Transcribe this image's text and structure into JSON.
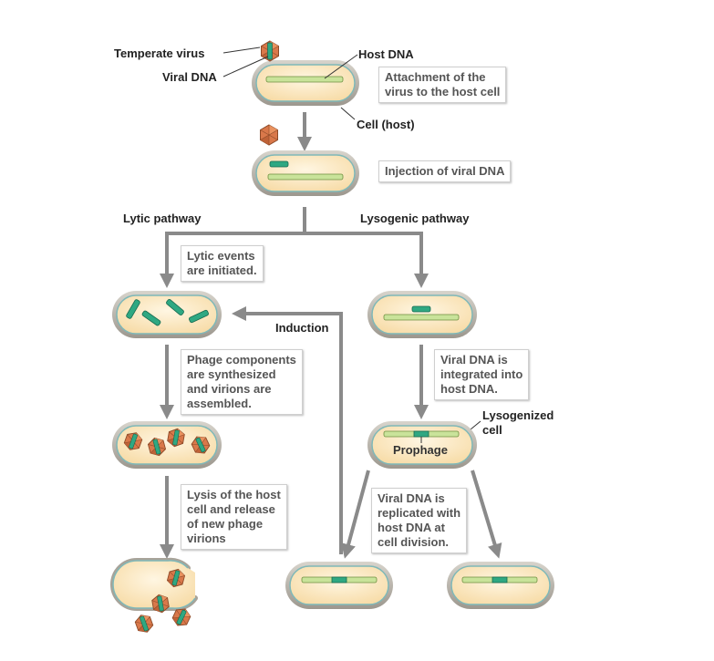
{
  "labels": {
    "temperate_virus": "Temperate virus",
    "viral_dna": "Viral DNA",
    "host_dna": "Host DNA",
    "cell_host": "Cell (host)",
    "lytic_pathway": "Lytic pathway",
    "lysogenic_pathway": "Lysogenic pathway",
    "induction": "Induction",
    "lysogenized_cell": [
      "Lysogenized",
      "cell"
    ],
    "prophage": "Prophage"
  },
  "steps": {
    "attachment": [
      "Attachment of the",
      "virus to the host cell"
    ],
    "injection": [
      "Injection of viral DNA"
    ],
    "lytic_initiated": [
      "Lytic events",
      "are initiated."
    ],
    "synthesis": [
      "Phage components",
      "are synthesized",
      "and virions are",
      "assembled."
    ],
    "lysis": [
      "Lysis of the host",
      "cell and release",
      "of new phage",
      "virions"
    ],
    "integration": [
      "Viral DNA is",
      "integrated into",
      "host DNA."
    ],
    "replication": [
      "Viral DNA is",
      "replicated with",
      "host DNA at",
      "cell division."
    ]
  },
  "colors": {
    "arrow": "#8a8a8a",
    "cell_fill": "#fbe7bf",
    "cell_wall": "#b7b2a8",
    "host_dna": "#c9e39a",
    "viral_dna": "#2fa882",
    "capsid": "#d9784a"
  }
}
